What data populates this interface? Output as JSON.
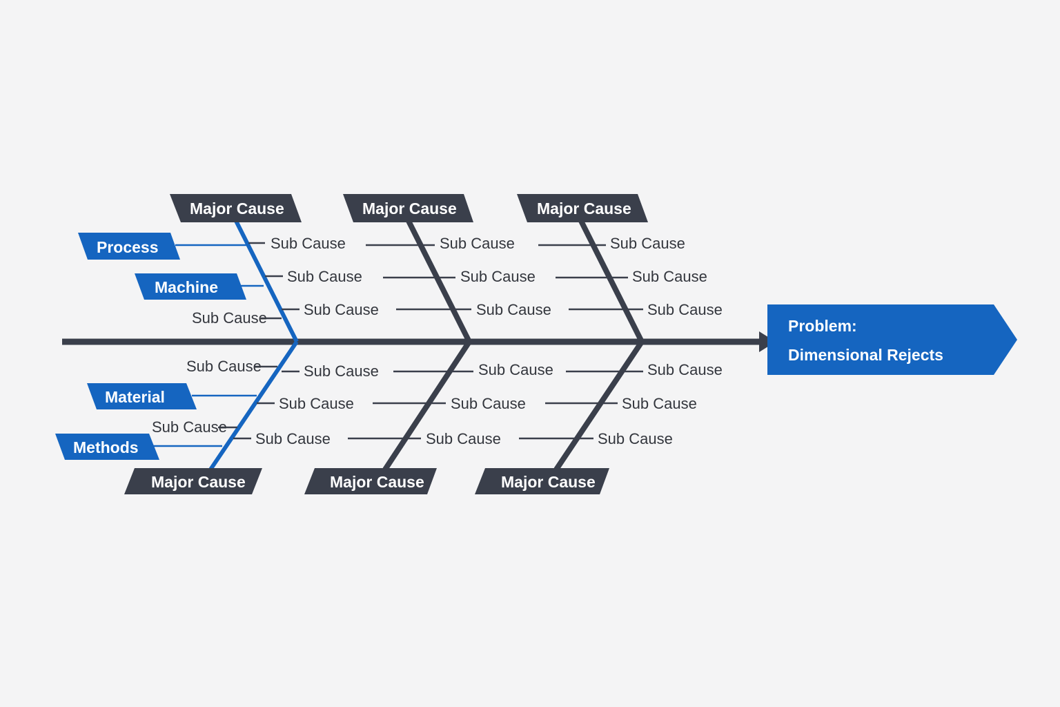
{
  "colors": {
    "background": "#f4f4f5",
    "dark": "#3a3f4b",
    "blue": "#1565c0",
    "text": "#33363d"
  },
  "problem": {
    "line1": "Problem:",
    "line2": "Dimensional Rejects"
  },
  "major_cause_label": "Major Cause",
  "sub_cause_label": "Sub Cause",
  "categories": {
    "process": "Process",
    "machine": "Machine",
    "material": "Material",
    "methods": "Methods"
  }
}
